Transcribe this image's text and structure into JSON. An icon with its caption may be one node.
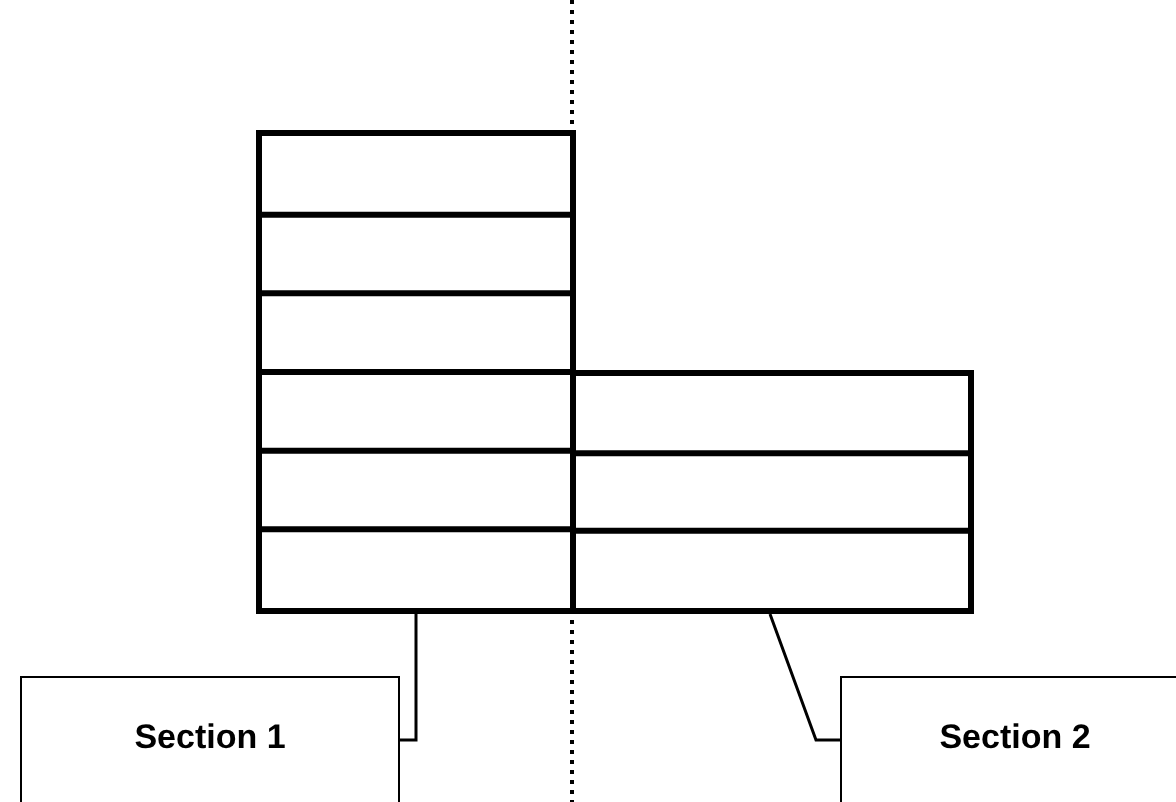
{
  "diagram": {
    "nodes": [
      {
        "text": [
          "Section 1"
        ]
      },
      {
        "text": [
          "Section 2"
        ]
      },
      {
        "text": [],
        "shape": "box"
      },
      {
        "text": [],
        "shape": "box"
      }
    ],
    "edges": [
      {
        "from": 0,
        "to": 2,
        "arrow": "none"
      },
      {
        "from": 1,
        "to": 3,
        "arrow": "none"
      }
    ]
  }
}
